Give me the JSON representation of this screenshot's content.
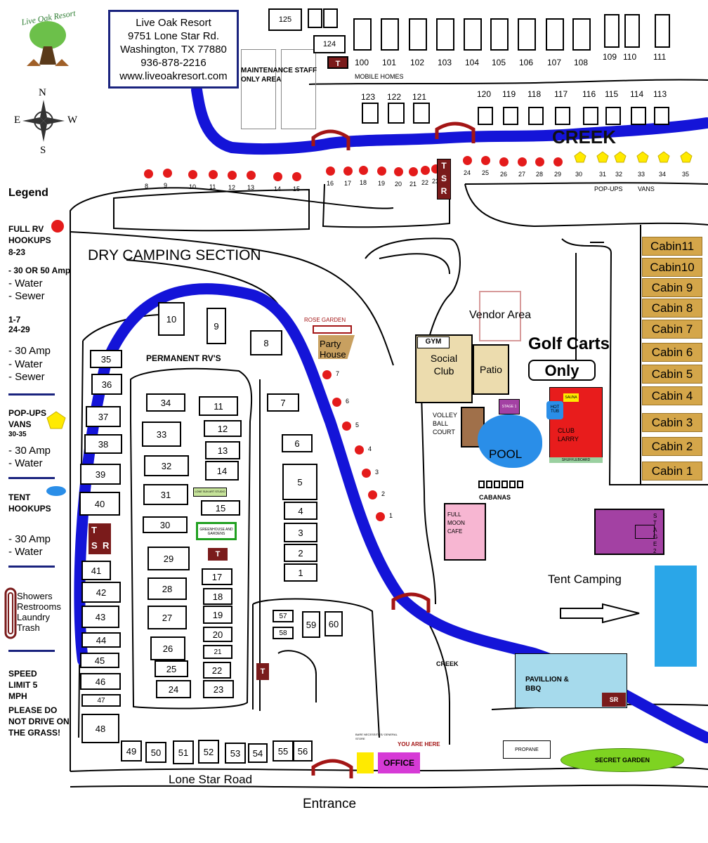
{
  "resort": {
    "logo_text": "Live Oak Resort",
    "name": "Live Oak Resort",
    "address": "9751 Lone Star Rd.",
    "city": "Washington, TX 77880",
    "phone": "936-878-2216",
    "website": "www.liveoakresort.com"
  },
  "compass": {
    "n": "N",
    "e": "E",
    "w": "W",
    "s": "S"
  },
  "legend": {
    "title": "Legend",
    "rv_title": "FULL RV HOOKUPS",
    "rv_range": "8-23",
    "rv_amp": "- 30 OR 50 Amp",
    "rv_water": "- Water",
    "rv_sewer": "- Sewer",
    "range2a": "1-7",
    "range2b": "24-29",
    "r2_amp": "- 30 Amp",
    "r2_water": "- Water",
    "r2_sewer": "- Sewer",
    "popup_title": "POP-UPS VANS",
    "popup_range": "30-35",
    "popup_amp": "- 30 Amp",
    "popup_water": "- Water",
    "tent_title": "TENT HOOKUPS",
    "tent_amp": "- 30 Amp",
    "tent_water": "- Water",
    "showers": "Showers",
    "restrooms": "Restrooms",
    "laundry": "Laundry",
    "trash": "Trash",
    "speed": "SPEED LIMIT 5 MPH",
    "grass": "PLEASE DO NOT DRIVE ON THE GRASS!"
  },
  "labels": {
    "maintenance": "MAINTENANCE STAFF ONLY AREA",
    "mobile_homes": "MOBILE HOMES",
    "creek_top": "CREEK",
    "creek_bottom": "CREEK",
    "popups": "POP-UPS",
    "vans": "VANS",
    "dry_camping": "DRY CAMPING SECTION",
    "permanent": "PERMANENT RV'S",
    "rose_garden": "ROSE GARDEN",
    "party_house": "Party House",
    "vendor": "Vendor Area",
    "golf1": "Golf Carts",
    "golf2": "Only",
    "gym": "GYM",
    "social": "Social Club",
    "patio": "Patio",
    "volley": "VOLLEY BALL COURT",
    "stage1": "STAGE 1",
    "pool": "POOL",
    "hot_tub": "HOT TUB",
    "sauna": "SAUNA",
    "club_larry": "CLUB LARRY",
    "shuffleboard": "SHUFFLEBOARD",
    "cabanas": "CABANAS",
    "full_moon": "FULL MOON CAFE",
    "stage2": "STAGE 2",
    "tent_camping": "Tent Camping",
    "pavillion": "PAVILLION & BBQ",
    "sr": "SR",
    "secret_garden": "SECRET GARDEN",
    "propane": "PROPANE",
    "office": "OFFICE",
    "you_are_here": "YOU ARE HERE",
    "general_store": "BARE NECESSITIES/ GENERAL STORE",
    "lone_star": "Lone Star Road",
    "entrance": "Entrance",
    "lone_sun": "LONE SUN ART STUDIO",
    "greenhouse": "GREENHOUSE AND GARDENS",
    "toilet": "T",
    "tsr_t": "T",
    "tsr_s": "S",
    "tsr_r": "R"
  },
  "top_lots": [
    "125",
    "124"
  ],
  "mobile_top": [
    "100",
    "101",
    "102",
    "103",
    "104",
    "105",
    "106",
    "107",
    "108",
    "109",
    "110",
    "111"
  ],
  "mobile_mid": [
    "123",
    "122",
    "121",
    "120",
    "119",
    "118",
    "117",
    "116",
    "115",
    "114",
    "113"
  ],
  "rv_north": [
    "8",
    "9",
    "10",
    "11",
    "12",
    "13",
    "14",
    "15",
    "16",
    "17",
    "18",
    "19",
    "20",
    "21",
    "22",
    "23",
    "24",
    "25",
    "26",
    "27",
    "28",
    "29"
  ],
  "popup_sites": [
    "30",
    "31",
    "32",
    "33",
    "34",
    "35"
  ],
  "rv_creek": [
    "7",
    "6",
    "5",
    "4",
    "3",
    "2",
    "1"
  ],
  "cabins": [
    "Cabin11",
    "Cabin10",
    "Cabin 9",
    "Cabin 8",
    "Cabin 7",
    "Cabin 6",
    "Cabin 5",
    "Cabin 4",
    "Cabin 3",
    "Cabin 2",
    "Cabin 1"
  ],
  "lots": [
    "10",
    "9",
    "8",
    "7",
    "6",
    "5",
    "4",
    "3",
    "2",
    "1",
    "35",
    "36",
    "37",
    "38",
    "39",
    "40",
    "41",
    "42",
    "43",
    "44",
    "45",
    "46",
    "47",
    "48",
    "34",
    "33",
    "32",
    "31",
    "30",
    "29",
    "28",
    "27",
    "26",
    "25",
    "24",
    "11",
    "12",
    "13",
    "14",
    "15",
    "17",
    "18",
    "19",
    "20",
    "21",
    "22",
    "23",
    "49",
    "50",
    "51",
    "52",
    "53",
    "54",
    "55",
    "56",
    "57",
    "58",
    "59",
    "60"
  ],
  "colors": {
    "creek": "#1414d8",
    "rv_dot": "#e41b1b",
    "popup": "#ffea00",
    "cabin": "#d4a64a",
    "social": "#ecdcae",
    "pool": "#2a8ee8",
    "club_larry": "#e81c1c",
    "full_moon": "#f7b6d2",
    "stage2": "#a341a3",
    "tent_area": "#2aa6e8",
    "pavillion": "#a6daec",
    "secret_garden": "#7ed321",
    "office": "#d63ad6",
    "store": "#ffea00",
    "toilet": "#7a1b1b",
    "tsr": "#7a1b1b"
  },
  "icons": [
    "compass-rose-icon",
    "bridge-icon",
    "star-icon",
    "arrow-right-icon",
    "tree-logo-icon",
    "toilet-icon"
  ]
}
